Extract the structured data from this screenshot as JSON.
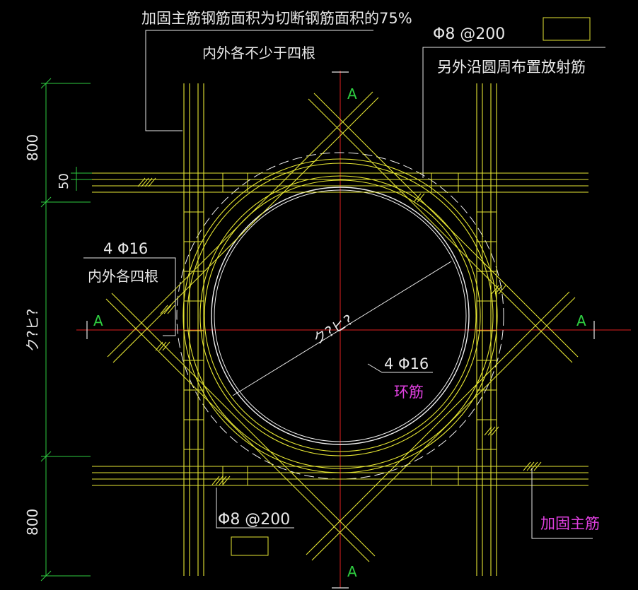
{
  "colors": {
    "background": "#000000",
    "rebar": "#e6e633",
    "text": "#e8e8e8",
    "leader": "#e8e8e8",
    "centerline": "#e02020",
    "dimension": "#2ecc40",
    "dimension_text": "#e8e8e8",
    "annotation_magenta": "#e040e0",
    "hole_outline": "#f0f0f0",
    "section_mark": "#2ecc40"
  },
  "annotations": {
    "main_bar_note_line1": "加固主筋钢筋面积为切断钢筋面积的75%",
    "main_bar_note_line2": "内外各不少于四根",
    "radial_bar_spec": "Φ8 @200",
    "radial_bar_note": "另外沿圆周布置放射筋",
    "side_bar_spec": "4 Φ16",
    "side_bar_note": "内外各四根",
    "ring_bar_spec": "4 Φ16",
    "ring_bar_label": "环筋",
    "stirrup_spec": "Φ8 @200",
    "reinforce_label": "加固主筋",
    "diameter_label": "ク?ヒ?"
  },
  "dimensions": {
    "top_dim": "800",
    "small_dim": "50",
    "middle_dim": "ク?ヒ?",
    "bottom_dim": "800"
  },
  "section_marks": {
    "top": "A",
    "bottom": "A",
    "left": "A",
    "right": "A"
  }
}
